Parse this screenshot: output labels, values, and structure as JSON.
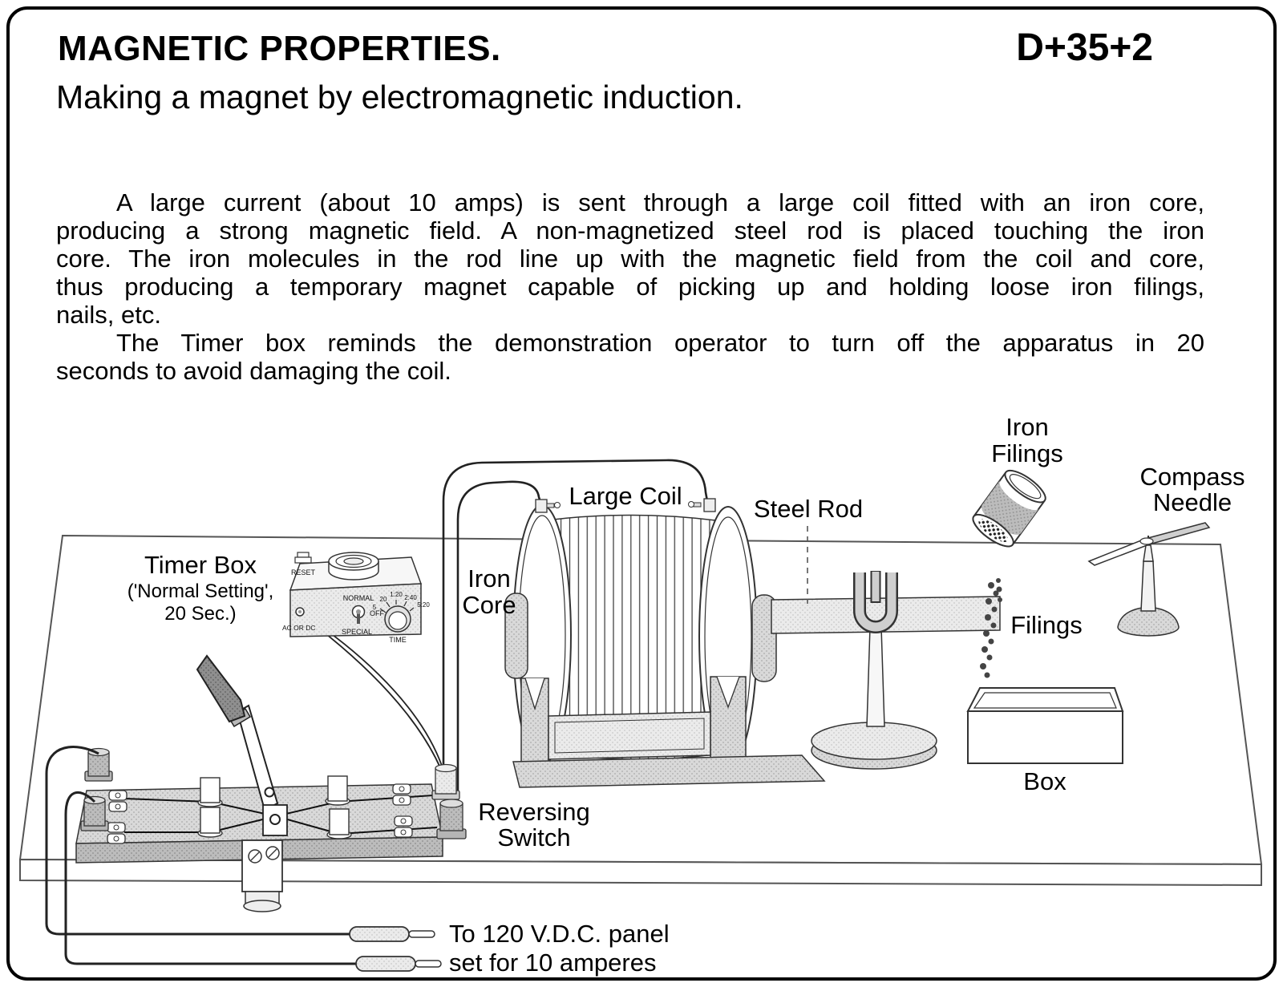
{
  "page": {
    "title": "MAGNETIC PROPERTIES.",
    "code": "D+35+2",
    "subtitle": "Making a magnet by electromagnetic induction."
  },
  "description": {
    "p1": [
      "A large current (about 10 amps) is sent through a large coil fitted with an iron core,",
      "producing a strong magnetic field.  A non-magnetized steel rod is placed touching the iron",
      "core.  The iron molecules in the rod line up with the magnetic field from the coil and core,",
      "thus producing a temporary magnet capable of picking up and holding loose iron filings,",
      "nails, etc."
    ],
    "p2": [
      "The Timer box reminds the demonstration operator to turn off the apparatus in 20",
      "seconds to avoid damaging the coil."
    ]
  },
  "labels": {
    "timer_box": "Timer Box",
    "timer_setting_line1": "('Normal Setting',",
    "timer_setting_line2": "20 Sec.)",
    "large_coil": "Large Coil",
    "iron_core_line1": "Iron",
    "iron_core_line2": "Core",
    "steel_rod": "Steel Rod",
    "iron_filings_line1": "Iron",
    "iron_filings_line2": "Filings",
    "compass_needle_line1": "Compass",
    "compass_needle_line2": "Needle",
    "filings": "Filings",
    "box": "Box",
    "reversing_switch_line1": "Reversing",
    "reversing_switch_line2": "Switch",
    "power_line1": "To 120 V.D.C. panel",
    "power_line2": "set for 10 amperes"
  },
  "timer_panel": {
    "reset": "RESET",
    "normal": "NORMAL",
    "off": "OFF",
    "special": "SPECIAL",
    "ac_or_dc": "AC OR DC",
    "time": "TIME",
    "dial": [
      "5",
      "20",
      "1:20",
      "2:40",
      "5:20"
    ]
  },
  "palette": {
    "ink": "#111111",
    "paper": "#ffffff",
    "gray_light": "#ebebeb",
    "gray_mid": "#d7d7d7",
    "gray_dark": "#8f8f8f"
  }
}
